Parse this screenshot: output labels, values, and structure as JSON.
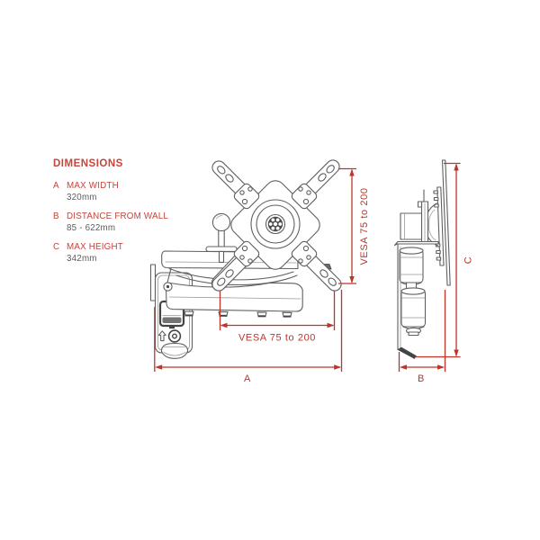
{
  "page": {
    "background": "#ffffff"
  },
  "colors": {
    "accent_red": "#bc352c",
    "text_red": "#c5443b",
    "line_gray": "#5f6062",
    "value_gray": "#5b5c5e"
  },
  "dimensions_panel": {
    "title": "DIMENSIONS",
    "items": [
      {
        "letter": "A",
        "label": "MAX WIDTH",
        "value": "320mm"
      },
      {
        "letter": "B",
        "label": "DISTANCE FROM WALL",
        "value": "85 - 622mm"
      },
      {
        "letter": "C",
        "label": "MAX HEIGHT",
        "value": "342mm"
      }
    ]
  },
  "front_view": {
    "vesa_vertical_label": "VESA 75 to 200",
    "vesa_horizontal_label": "VESA 75 to 200",
    "width_dim_label": "A"
  },
  "side_view": {
    "height_dim_label": "C",
    "depth_dim_label": "B"
  }
}
